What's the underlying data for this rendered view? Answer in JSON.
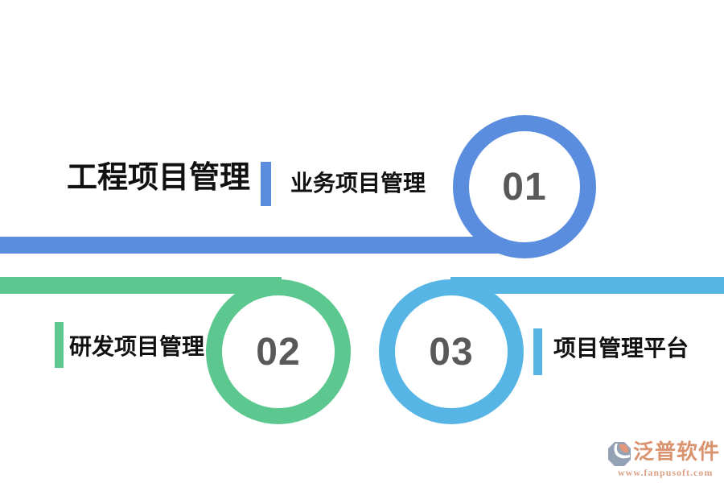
{
  "title": {
    "text": "工程项目管理"
  },
  "items": [
    {
      "number": "01",
      "label": "业务项目管理",
      "color": "#5b8dde"
    },
    {
      "number": "02",
      "label": "研发项目管理",
      "color": "#5cc78e"
    },
    {
      "number": "03",
      "label": "项目管理平台",
      "color": "#57b5e5"
    }
  ],
  "colors": {
    "title_text": "#111111",
    "number_text": "#58595b",
    "background": "#ffffff"
  },
  "logo": {
    "name": "泛普软件",
    "url": "www.fanpusoft.com",
    "text_color": "#d9936f",
    "icon_slate": "#93a2b4",
    "icon_orange": "#e2977a"
  }
}
